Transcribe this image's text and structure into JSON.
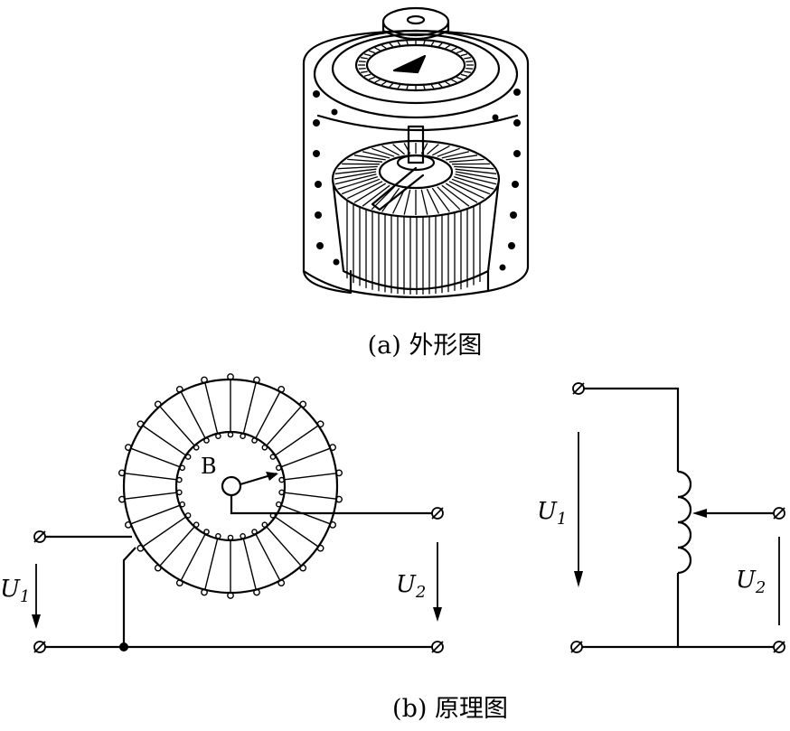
{
  "figure": {
    "caption_a": "(a) 外形图",
    "caption_b": "(b) 原理图"
  },
  "toroid": {
    "brush_label": "B",
    "input_voltage": {
      "symbol": "U",
      "subscript": "1"
    },
    "output_voltage": {
      "symbol": "U",
      "subscript": "2"
    }
  },
  "schematic": {
    "input_voltage": {
      "symbol": "U",
      "subscript": "1"
    },
    "output_voltage": {
      "symbol": "U",
      "subscript": "2"
    }
  }
}
